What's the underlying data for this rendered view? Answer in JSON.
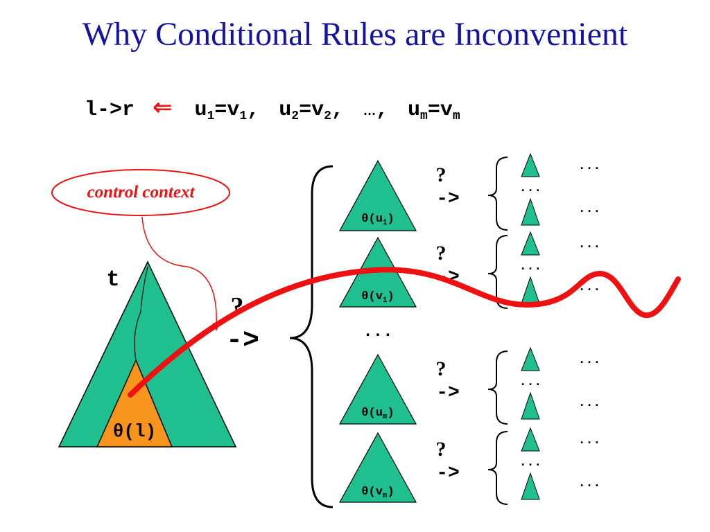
{
  "title": "Why Conditional Rules are Inconvenient",
  "rule": {
    "lhs": "l->r",
    "arrow": "⇐",
    "conditions": [
      {
        "u": "u",
        "usub": "1",
        "eq": "=",
        "v": "v",
        "vsub": "1"
      },
      {
        "u": "u",
        "usub": "2",
        "eq": "=",
        "v": "v",
        "vsub": "2"
      },
      {
        "u": "u",
        "usub": "m",
        "eq": "=",
        "v": "v",
        "vsub": "m"
      }
    ],
    "sep": ",",
    "ellipsis": "…"
  },
  "callout": "control context",
  "term_label": "t",
  "subterm_label": "θ(l)",
  "main_question": "?",
  "main_arrow": "->",
  "middle_ellipsis": "...",
  "cond_terms": [
    {
      "base": "θ(",
      "var": "u",
      "sub": "1",
      "close": ")"
    },
    {
      "base": "θ(",
      "var": "v",
      "sub": "1",
      "close": ")"
    },
    {
      "base": "θ(",
      "var": "u",
      "sub": "m",
      "close": ")"
    },
    {
      "base": "θ(",
      "var": "v",
      "sub": "m",
      "close": ")"
    }
  ],
  "branch_question": "?",
  "branch_arrow": "->",
  "branch_dots": "...",
  "colors": {
    "title": "#1414a0",
    "tree_fill": "#1fbf8f",
    "subterm_fill": "#f7941d",
    "accent_red": "#ee1111"
  }
}
